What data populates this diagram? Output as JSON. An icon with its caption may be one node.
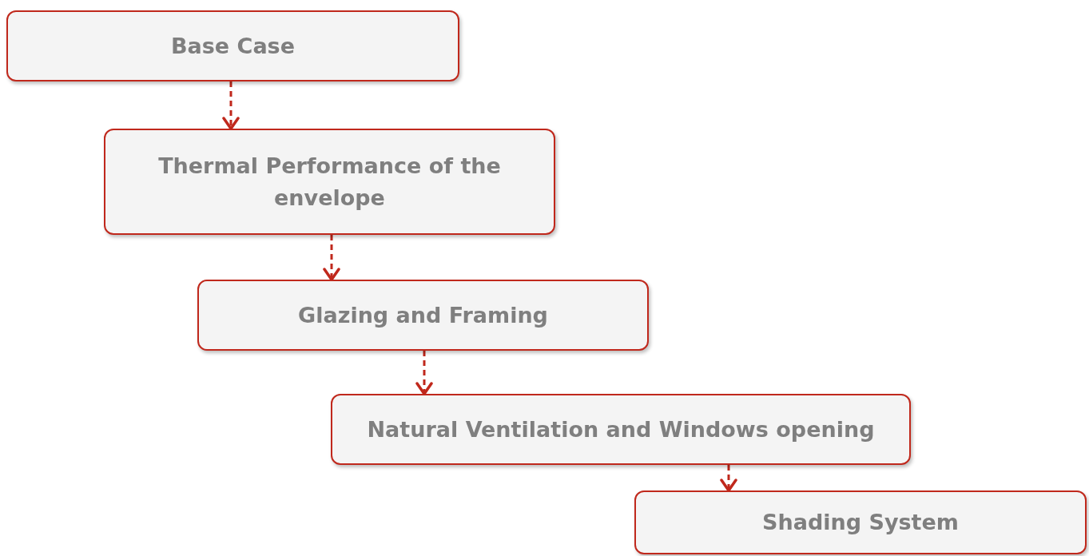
{
  "diagram": {
    "nodes": [
      {
        "text": [
          "Base Case"
        ]
      },
      {
        "text": [
          "Thermal Performance of the envelope"
        ]
      },
      {
        "text": [
          "Glazing and Framing"
        ]
      },
      {
        "text": [
          "Natural Ventilation and Windows opening"
        ]
      },
      {
        "text": [
          "Shading System"
        ]
      }
    ],
    "edges": [
      {
        "from": 0,
        "to": 1,
        "arrow": "to",
        "style": "dashed"
      },
      {
        "from": 1,
        "to": 2,
        "arrow": "to",
        "style": "dashed"
      },
      {
        "from": 2,
        "to": 3,
        "arrow": "to",
        "style": "dashed"
      },
      {
        "from": 3,
        "to": 4,
        "arrow": "to",
        "style": "dashed"
      }
    ]
  }
}
